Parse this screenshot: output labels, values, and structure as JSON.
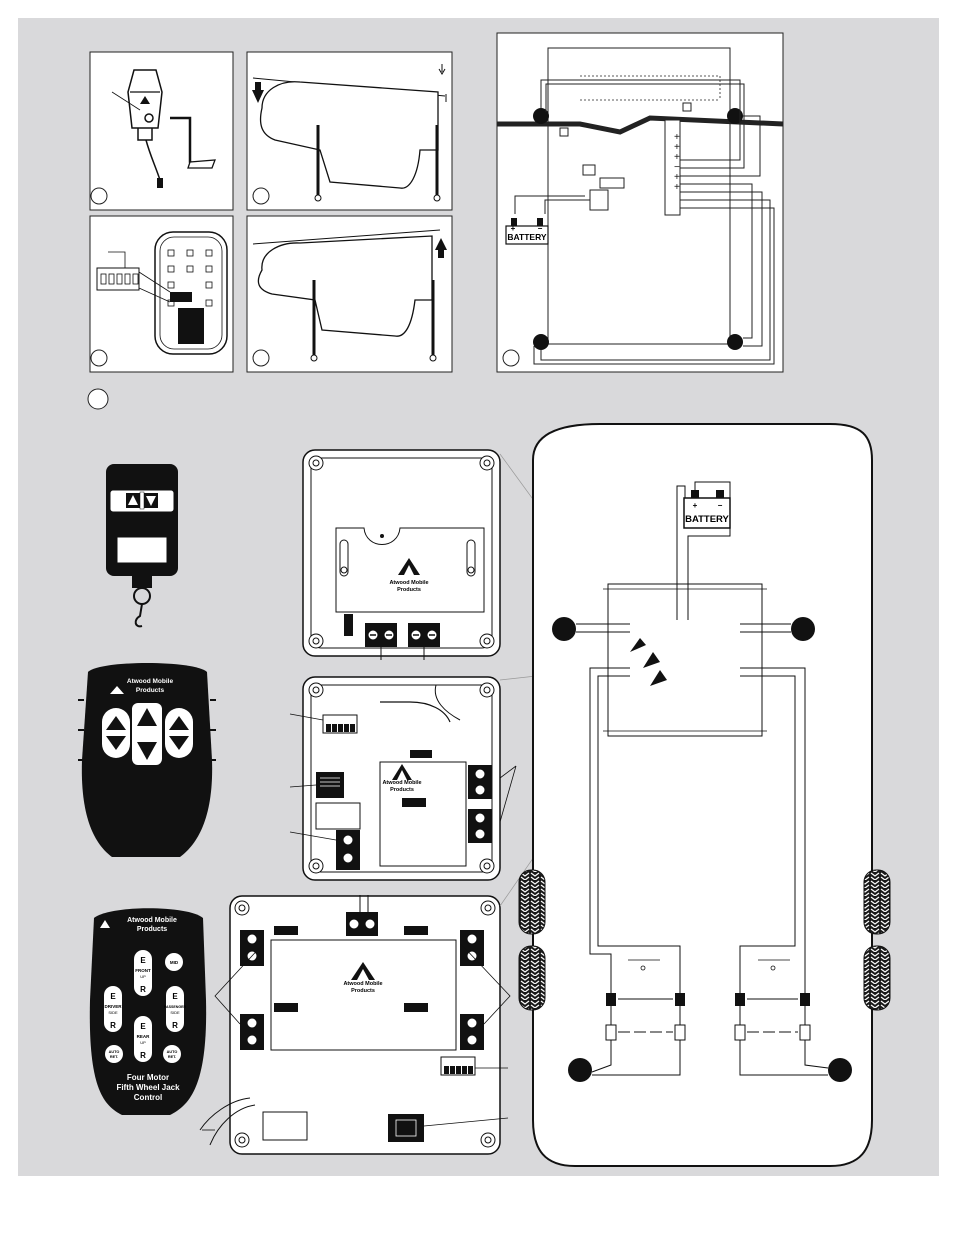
{
  "battery_top": "BATTERY",
  "battery_vehicle": "BATTERY",
  "brand_lines": [
    "Atwood Mobile",
    "Products"
  ],
  "remote_brand_lines": [
    "Atwood Mobile",
    "Products"
  ],
  "remote4_brand_lines": [
    "Atwood Mobile",
    "Products"
  ],
  "remote4_title_lines": [
    "Four Motor",
    "Fifth Wheel Jack",
    "Control"
  ],
  "remote4_buttons": {
    "front": [
      "FRONT",
      "UP"
    ],
    "driver": [
      "DRIVER",
      "SIDE"
    ],
    "passenger": [
      "PASSENGER",
      "SIDE"
    ],
    "rear": [
      "REAR",
      "UP"
    ],
    "auto_left": [
      "AUTO",
      "RET."
    ],
    "auto_right": [
      "AUTO",
      "RET."
    ],
    "mid": "MID",
    "e": "E",
    "r": "R"
  },
  "polarity": {
    "plus": "+",
    "minus": "−"
  }
}
